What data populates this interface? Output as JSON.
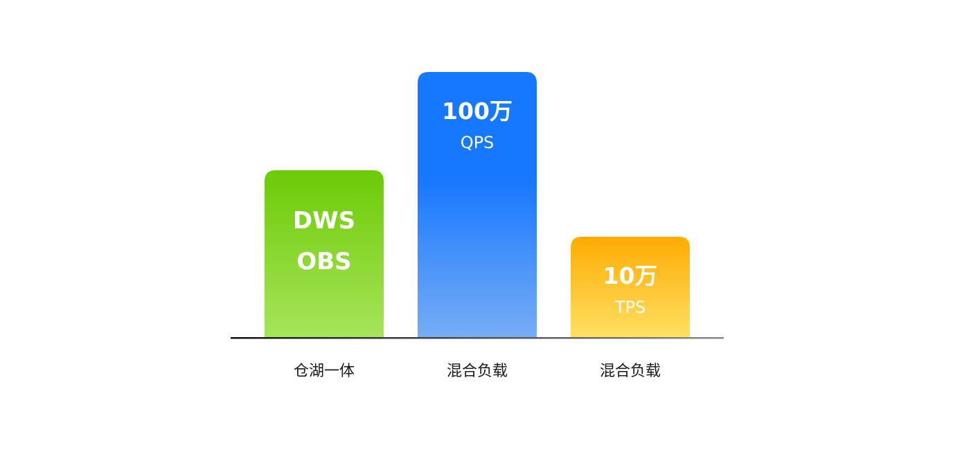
{
  "chart_data": {
    "type": "bar",
    "categories": [
      "仓湖一体",
      "混合负载",
      "混合负载"
    ],
    "bars": [
      {
        "category": "仓湖一体",
        "relative_height": 0.63,
        "label_lines": [
          "DWS",
          "OBS"
        ],
        "color_top": "#6ccb05",
        "color_bottom": "#a7e45b"
      },
      {
        "category": "混合负载",
        "relative_height": 1.0,
        "label_lines": [
          "100万",
          "QPS"
        ],
        "color_top": "#1677ff",
        "color_bottom": "#77adf5"
      },
      {
        "category": "混合负载",
        "relative_height": 0.38,
        "label_lines": [
          "10万",
          "TPS"
        ],
        "color_top": "#ffab00",
        "color_bottom": "#ffe063"
      }
    ],
    "title": "",
    "xlabel": "",
    "ylabel": "",
    "grid": false,
    "legend": "none"
  },
  "colors": {
    "background": "#ffffff",
    "axis_left": "#111111",
    "axis_right": "#8a8a8a",
    "bar_text": "#ffffff",
    "category_text": "#1a1a1a"
  }
}
